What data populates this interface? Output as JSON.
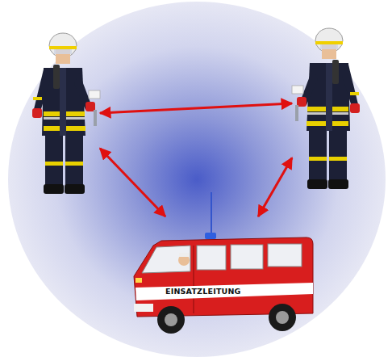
{
  "diagram": {
    "nodes": [
      {
        "text": []
      },
      {
        "text": []
      },
      {
        "text": [
          "EINSATZLEITUNG"
        ]
      }
    ],
    "edges": [
      {
        "from": 0,
        "to": 1,
        "arrow": "both"
      },
      {
        "from": 0,
        "to": 2,
        "arrow": "both"
      },
      {
        "from": 1,
        "to": 2,
        "arrow": "both"
      }
    ]
  }
}
